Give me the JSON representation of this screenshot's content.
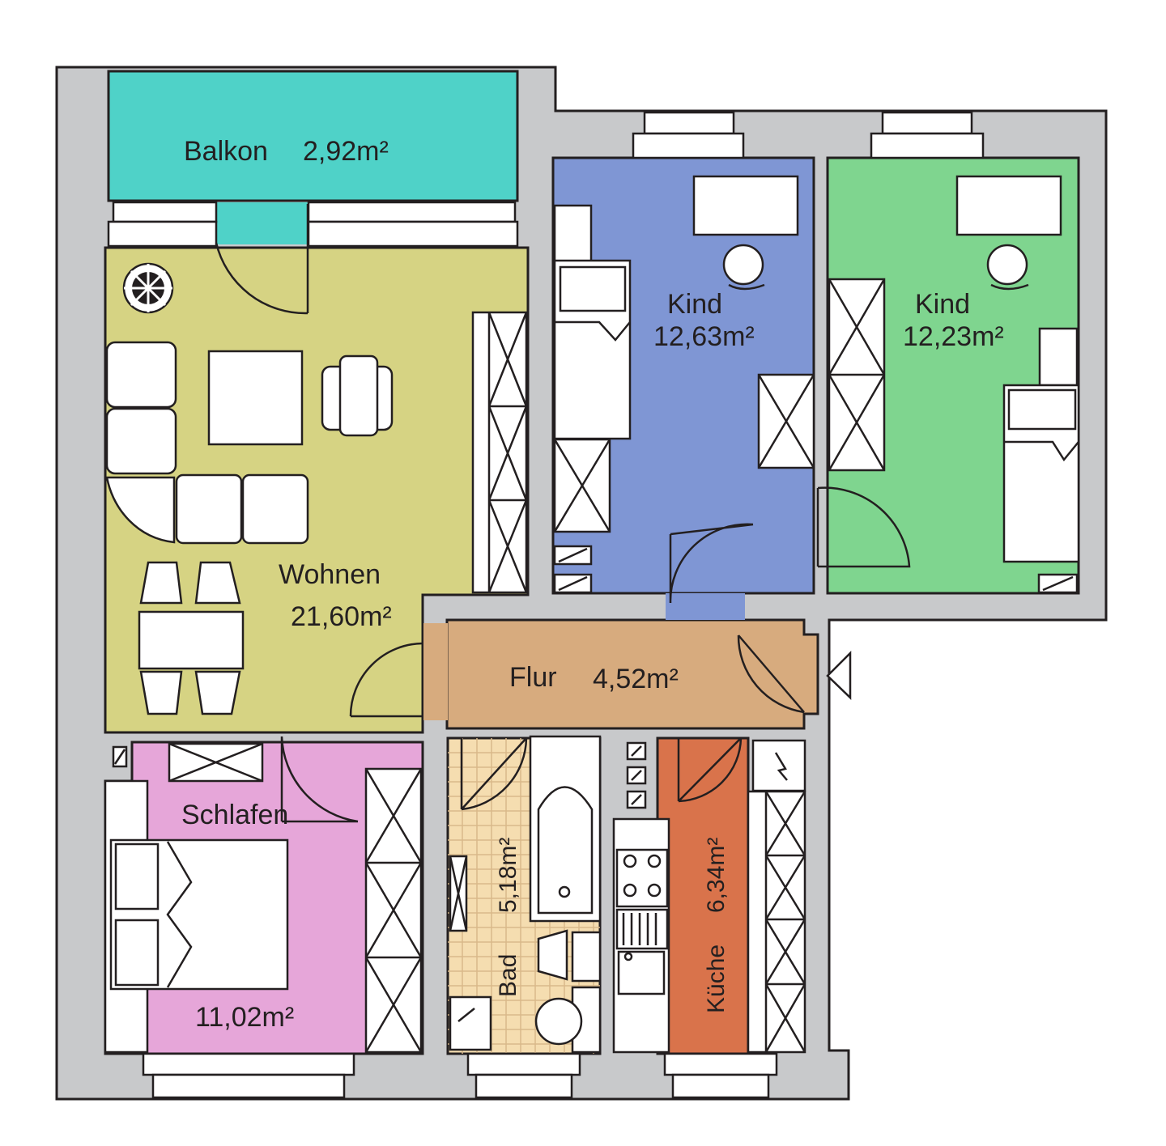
{
  "rooms": {
    "balkon": {
      "name": "Balkon",
      "area": "2,92m²",
      "color": "#4fd2c8"
    },
    "wohnen": {
      "name": "Wohnen",
      "area": "21,60m²",
      "color": "#d6d383"
    },
    "kind1": {
      "name": "Kind",
      "area": "12,63m²",
      "color": "#7f96d4"
    },
    "kind2": {
      "name": "Kind",
      "area": "12,23m²",
      "color": "#7fd58f"
    },
    "flur": {
      "name": "Flur",
      "area": "4,52m²",
      "color": "#d7ab7e"
    },
    "schlafen": {
      "name": "Schlafen",
      "area": "11,02m²",
      "color": "#e6a6d9"
    },
    "bad": {
      "name": "Bad",
      "area": "5,18m²",
      "color": "#f5ddb0"
    },
    "kueche": {
      "name": "Küche",
      "area": "6,34m²",
      "color": "#d9734b"
    }
  },
  "colors": {
    "wall": "#c8c9cb",
    "line": "#231f20"
  }
}
